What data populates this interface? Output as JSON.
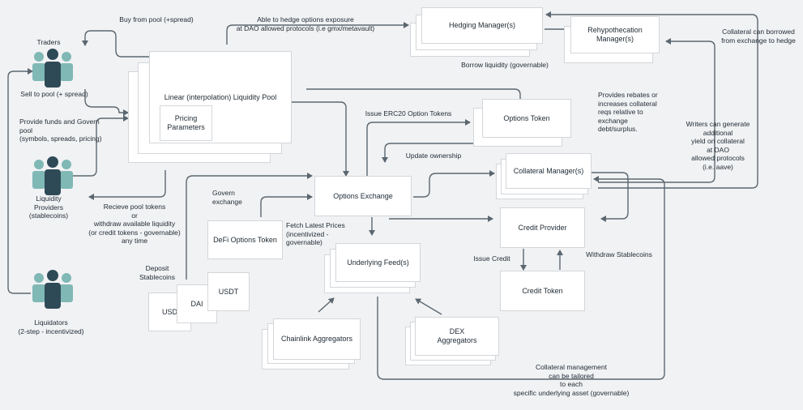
{
  "actors": {
    "traders": "Traders",
    "liquidity_providers": "Liquidity\nProviders\n(stablecoins)",
    "liquidators": "Liquidators\n(2-step - incentivized)"
  },
  "boxes": {
    "liquidity_pool": "Linear (interpolation) Liquidity Pool",
    "pricing_parameters": "Pricing\nParameters",
    "hedging_manager": "Hedging Manager(s)",
    "rehypothecation_manager": "Rehypothecation\nManager(s)",
    "options_token": "Options Token",
    "options_exchange": "Options Exchange",
    "collateral_manager": "Collateral Manager(s)",
    "credit_provider": "Credit Provider",
    "credit_token": "Credit Token",
    "defi_options_token": "DeFi Options Token",
    "underlying_feeds": "Underlying Feed(s)",
    "chainlink_aggregators": "Chainlink Aggregators",
    "dex_aggregators": "DEX\nAggregators",
    "usdt": "USDT",
    "dai": "DAI",
    "usdc": "USD"
  },
  "labels": {
    "buy_from_pool": "Buy from pool (+spread)",
    "hedge_exposure": "Able to hedge options exposure\nat DAO allowed protocols (i.e gmx/metavault)",
    "collateral_borrowed": "Collateral can borrowed\nfrom exchange to hedge",
    "borrow_liquidity": "Borrow liquidity (governable)",
    "sell_to_pool": "Sell to pool (+ spread)",
    "provide_funds": "Provide funds and Govern\npool\n(symbols, spreads, pricing)",
    "issue_erc20": "Issue ERC20 Option Tokens",
    "provides_rebates": "Provides rebates or\nincreases collateral\nreqs relative to\nexchange\ndebt/surplus.",
    "writers_yield": "Writers can generate\nadditional\nyield on collateral\nat DAO\nallowed protocols\n(i.e. aave)",
    "update_ownership": "Update ownership",
    "govern_exchange": "Govern\nexchange",
    "receive_pool_tokens": "Recieve pool tokens\nor\nwithdraw available liquidity\n(or credit tokens - governable)\nany time",
    "fetch_prices": "Fetch Latest Prices\n(incentivized -\ngovernable)",
    "issue_credit": "Issue Credit",
    "withdraw_stablecoins": "Withdraw Stablecoins",
    "deposit_stablecoins": "Deposit\nStablecoins",
    "collateral_management": "Collateral management\ncan be tailored\nto each\nspecific underlying asset (governable)"
  },
  "colors": {
    "background": "#f1f2f4",
    "line": "#5b6770",
    "person_dark": "#2f4a57",
    "person_light": "#7fb8b5"
  },
  "icons": [
    "traders-icon",
    "liquidity-providers-icon",
    "liquidators-icon",
    "arrow-icon"
  ]
}
